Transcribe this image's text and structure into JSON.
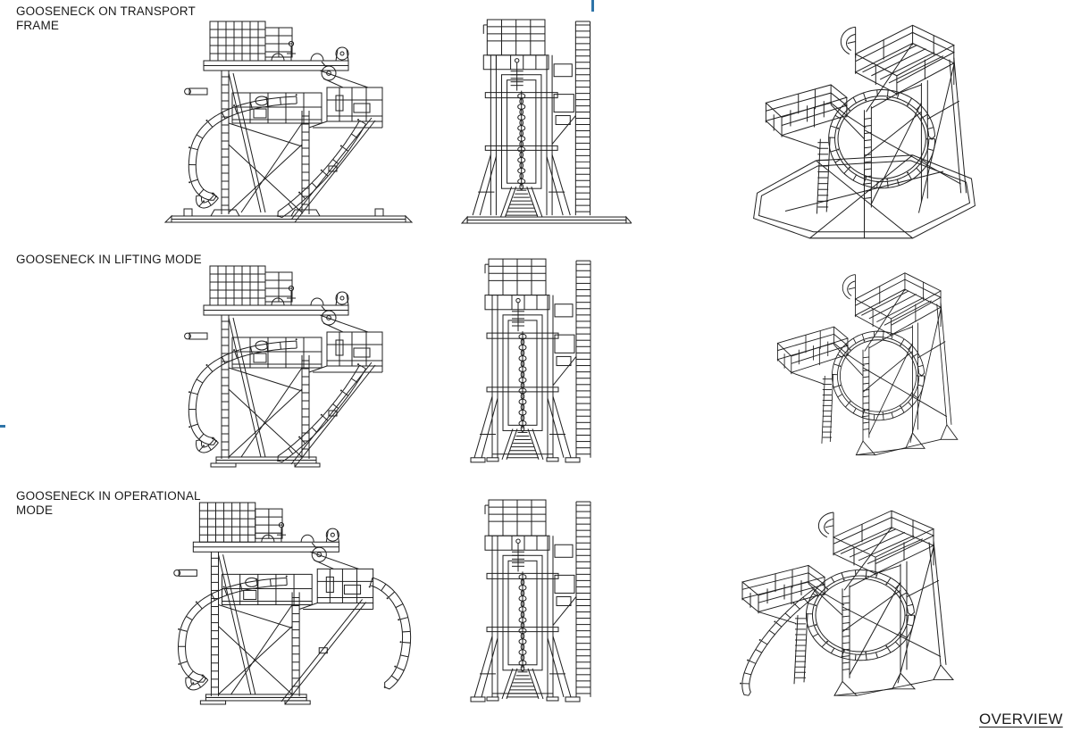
{
  "document": {
    "type": "engineering-drawing-overview-sheet",
    "sheet_title": "OVERVIEW"
  },
  "colors": {
    "background": "#ffffff",
    "line": "#1f1f1f",
    "text": "#1a1a1a",
    "accent_blue": "#2e74a8"
  },
  "sections": [
    {
      "id": "transport",
      "label": "GOOSENECK ON TRANSPORT\nFRAME",
      "views": [
        "side elevation on transport frame",
        "front elevation on transport frame",
        "isometric on transport frame"
      ]
    },
    {
      "id": "lifting",
      "label": "GOOSENECK IN LIFTING MODE",
      "views": [
        "side elevation lifting mode",
        "front elevation lifting mode",
        "isometric lifting mode"
      ]
    },
    {
      "id": "operational",
      "label": "GOOSENECK IN OPERATIONAL\nMODE",
      "views": [
        "side elevation operational mode",
        "front elevation operational mode",
        "isometric operational mode"
      ]
    }
  ],
  "markers": {
    "top_center": "blue-tick-vertical",
    "left_edge": "blue-tick-horizontal"
  }
}
